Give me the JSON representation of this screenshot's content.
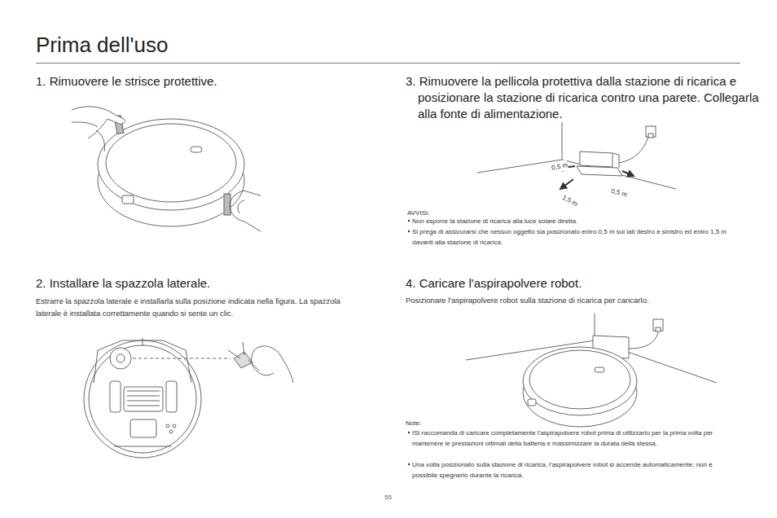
{
  "diagram": {
    "title": "Prima dell'uso",
    "labels": [
      "1. Rimuovere le strisce protettive.",
      "2. Installare la spazzola laterale.",
      "Estrarre la spazzola laterale e installarla sulla posizione indicata nella figura. La spazzola laterale è installata correttamente quando si sente un clic.",
      "3. Rimuovere la pellicola protettiva dalla stazione di ricarica e posizionare la stazione di ricarica contro una parete. Collegarla alla fonte di alimentazione.",
      "0,5 m",
      "1,5 m",
      "0,5 m",
      "AVVISI:",
      "Non esporre la stazione di ricarica alla luce solare diretta.",
      "Si prega di assicurarsi che nessun oggetto sia posizionato entro 0,5 m sui lati destro e sinistro ed entro 1,5 m davanti alla stazione di ricarica.",
      "4. Caricare l'aspirapolvere robot.",
      "Posizionare l'aspirapolvere robot sulla stazione di ricarica per caricarlo.",
      "Note:",
      "ISi raccomanda di caricare completamente l'aspirapolvere robot prima di utilizzarlo per la prima volta per mantenere le prestazioni ottimali della batteria e massimizzare la durata della stessa.",
      "Una volta posizionato sulla stazione di ricarica, l’aspirapolvere robot si accende automaticamente; non è possibile spegnerlo durante la ricarica.",
      "55"
    ]
  }
}
